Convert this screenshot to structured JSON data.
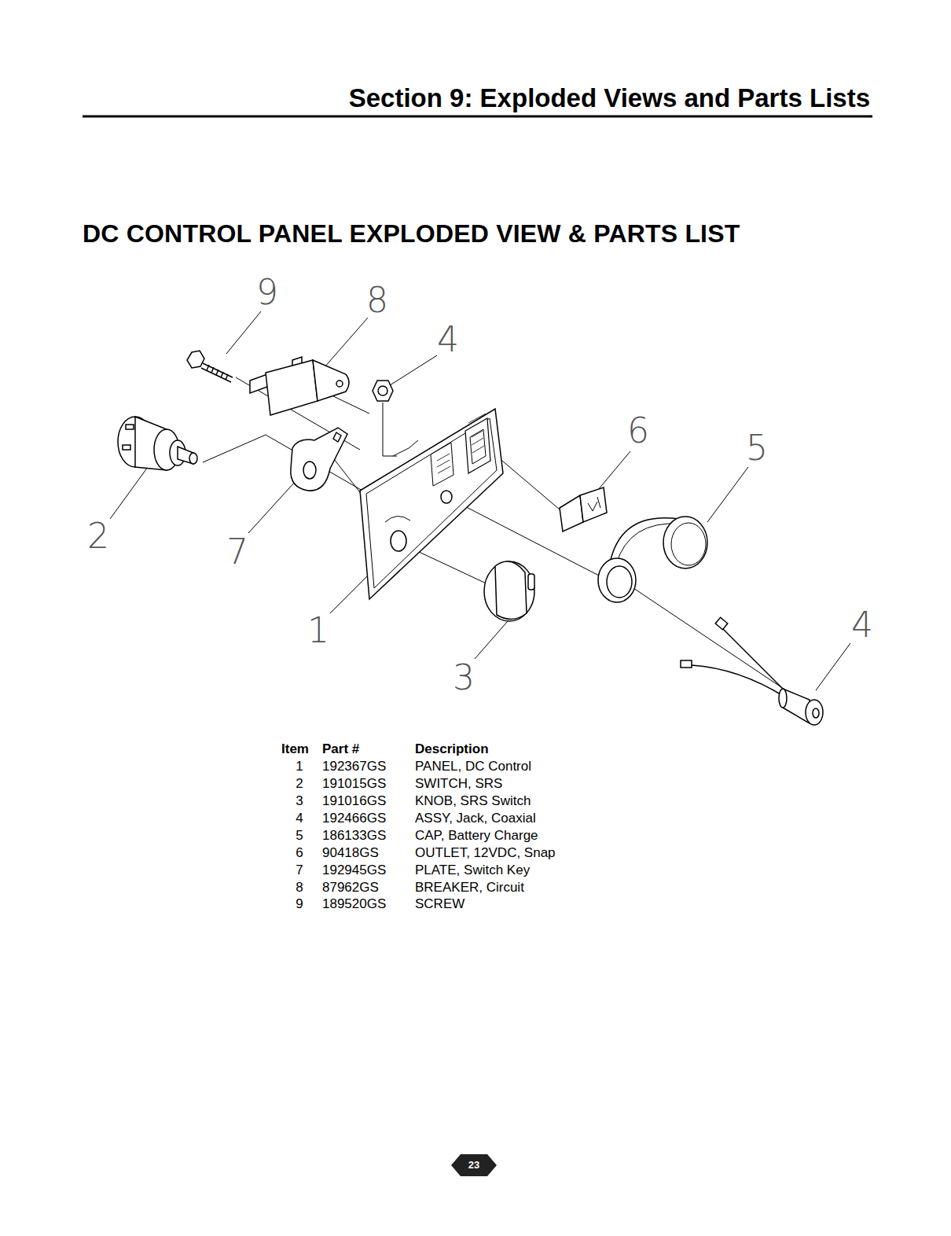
{
  "diagram": {
    "title": "DC CONTROL PANEL EXPLODED VIEW & PARTS LIST",
    "labels": [
      "Section 9: Exploded Views and Parts Lists",
      "9",
      "8",
      "4",
      "6",
      "5",
      "2",
      "7",
      "1",
      "3",
      "4",
      "Item",
      "Part #",
      "Description",
      "1",
      "192367GS",
      "PANEL, DC Control",
      "2",
      "191015GS",
      "SWITCH, SRS",
      "3",
      "191016GS",
      "KNOB, SRS Switch",
      "4",
      "192466GS",
      "ASSY, Jack, Coaxial",
      "5",
      "186133GS",
      "CAP, Battery Charge",
      "6",
      "90418GS",
      "OUTLET, 12VDC, Snap",
      "7",
      "192945GS",
      "PLATE, Switch Key",
      "8",
      "87962GS",
      "BREAKER, Circuit",
      "9",
      "189520GS",
      "SCREW",
      "23"
    ]
  }
}
